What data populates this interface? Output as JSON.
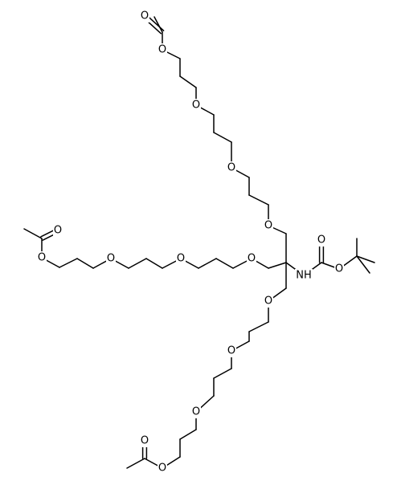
{
  "structure": {
    "atom_labels": {
      "o_top_ester_carbonyl": "O",
      "o_top_ester": "O",
      "o_top_ether_1": "O",
      "o_top_ether_2": "O",
      "o_top_ether_3": "O",
      "o_left_ester_carbonyl": "O",
      "o_left_ester": "O",
      "o_left_ether_1": "O",
      "o_left_ether_2": "O",
      "o_left_ether_3": "O",
      "nh": "NH",
      "o_boc_carbonyl": "O",
      "o_boc_ester": "O",
      "o_bottom_ether_3": "O",
      "o_bottom_ether_2": "O",
      "o_bottom_ether_1": "O",
      "o_bottom_ester_carbonyl": "O",
      "o_bottom_ester": "O"
    }
  }
}
